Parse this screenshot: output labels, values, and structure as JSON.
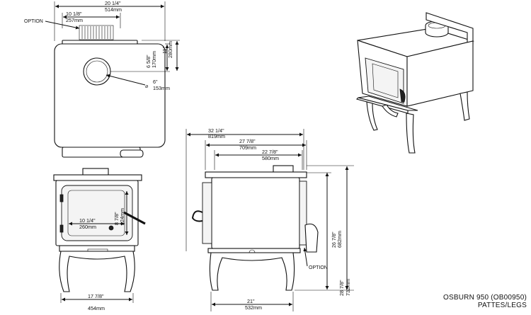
{
  "title": {
    "model": "OSBURN 950 (OB00950)",
    "subtitle": "PATTES/LEGS"
  },
  "labels": {
    "option_top": "OPTION",
    "option_side": "OPTION"
  },
  "dimensions": {
    "top_width_in": "20 1/4\"",
    "top_width_mm": "514mm",
    "option_width_in": "10 1/8\"",
    "option_width_mm": "257mm",
    "flue_offset_in": "6 5/8\"",
    "flue_offset_mm": "170mm",
    "depth_in": "11\"",
    "depth_mm": "280mm",
    "flue_dia_in": "6\"",
    "flue_dia_mm": "153mm",
    "door_height_in": "8 7/8\"",
    "door_height_mm": "224mm",
    "door_width_in": "10 1/4\"",
    "door_width_mm": "260mm",
    "front_base_in": "17 7/8\"",
    "front_base_mm": "454mm",
    "side_overall_in": "32 1/4\"",
    "side_overall_mm": "819mm",
    "side_body_in": "27 7/8\"",
    "side_body_mm": "709mm",
    "side_top_in": "22 7/8\"",
    "side_top_mm": "580mm",
    "side_legs_in": "21\"",
    "side_legs_mm": "532mm",
    "height_flue_in": "26 7/8\"",
    "height_flue_mm": "682mm",
    "height_total_in": "28 7/8\"",
    "height_total_mm": "732mm"
  },
  "icons": {
    "diameter": "⌀"
  }
}
